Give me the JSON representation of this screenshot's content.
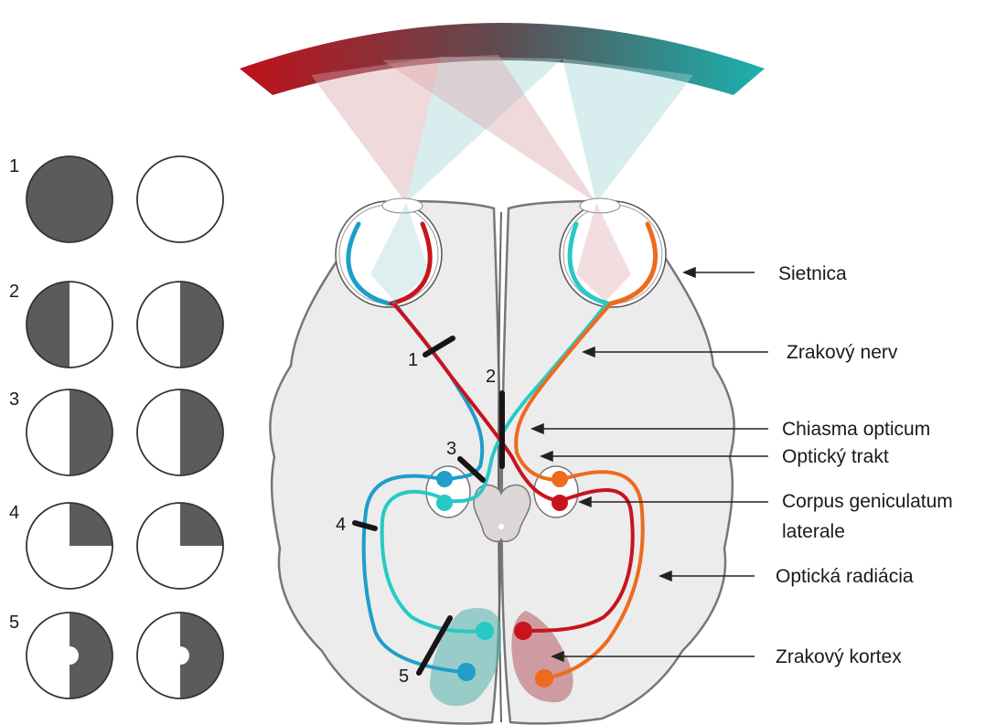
{
  "colors": {
    "arc_left": "#c0101a",
    "arc_right": "#19b3b0",
    "pathway_blue": "#1e9ec8",
    "pathway_cyan": "#27c9c6",
    "pathway_red": "#c8141c",
    "pathway_orange": "#ee6a1c",
    "brain_fill": "#ececec",
    "brain_outline": "#777777",
    "field_dark": "#5b5b5b",
    "lesion_bar": "#1a1416"
  },
  "lesion_markers": [
    "1",
    "2",
    "3",
    "4",
    "5"
  ],
  "visual_field_rows": [
    {
      "number": "1",
      "left": "full",
      "right": "empty"
    },
    {
      "number": "2",
      "left": "left-half",
      "right": "right-half"
    },
    {
      "number": "3",
      "left": "right-half",
      "right": "right-half"
    },
    {
      "number": "4",
      "left": "upper-right-quadrant",
      "right": "upper-right-quadrant"
    },
    {
      "number": "5",
      "left": "right-half-macular-sparing",
      "right": "right-half-macular-sparing"
    }
  ],
  "labels": {
    "retina": "Sietnica",
    "optic_nerve": "Zrakový nerv",
    "chiasm": "Chiasma opticum",
    "optic_tract": "Optický trakt",
    "lgn_line1": "Corpus geniculatum",
    "lgn_line2": "laterale",
    "optic_radiation": "Optická radiácia",
    "visual_cortex": "Zrakový kortex"
  }
}
